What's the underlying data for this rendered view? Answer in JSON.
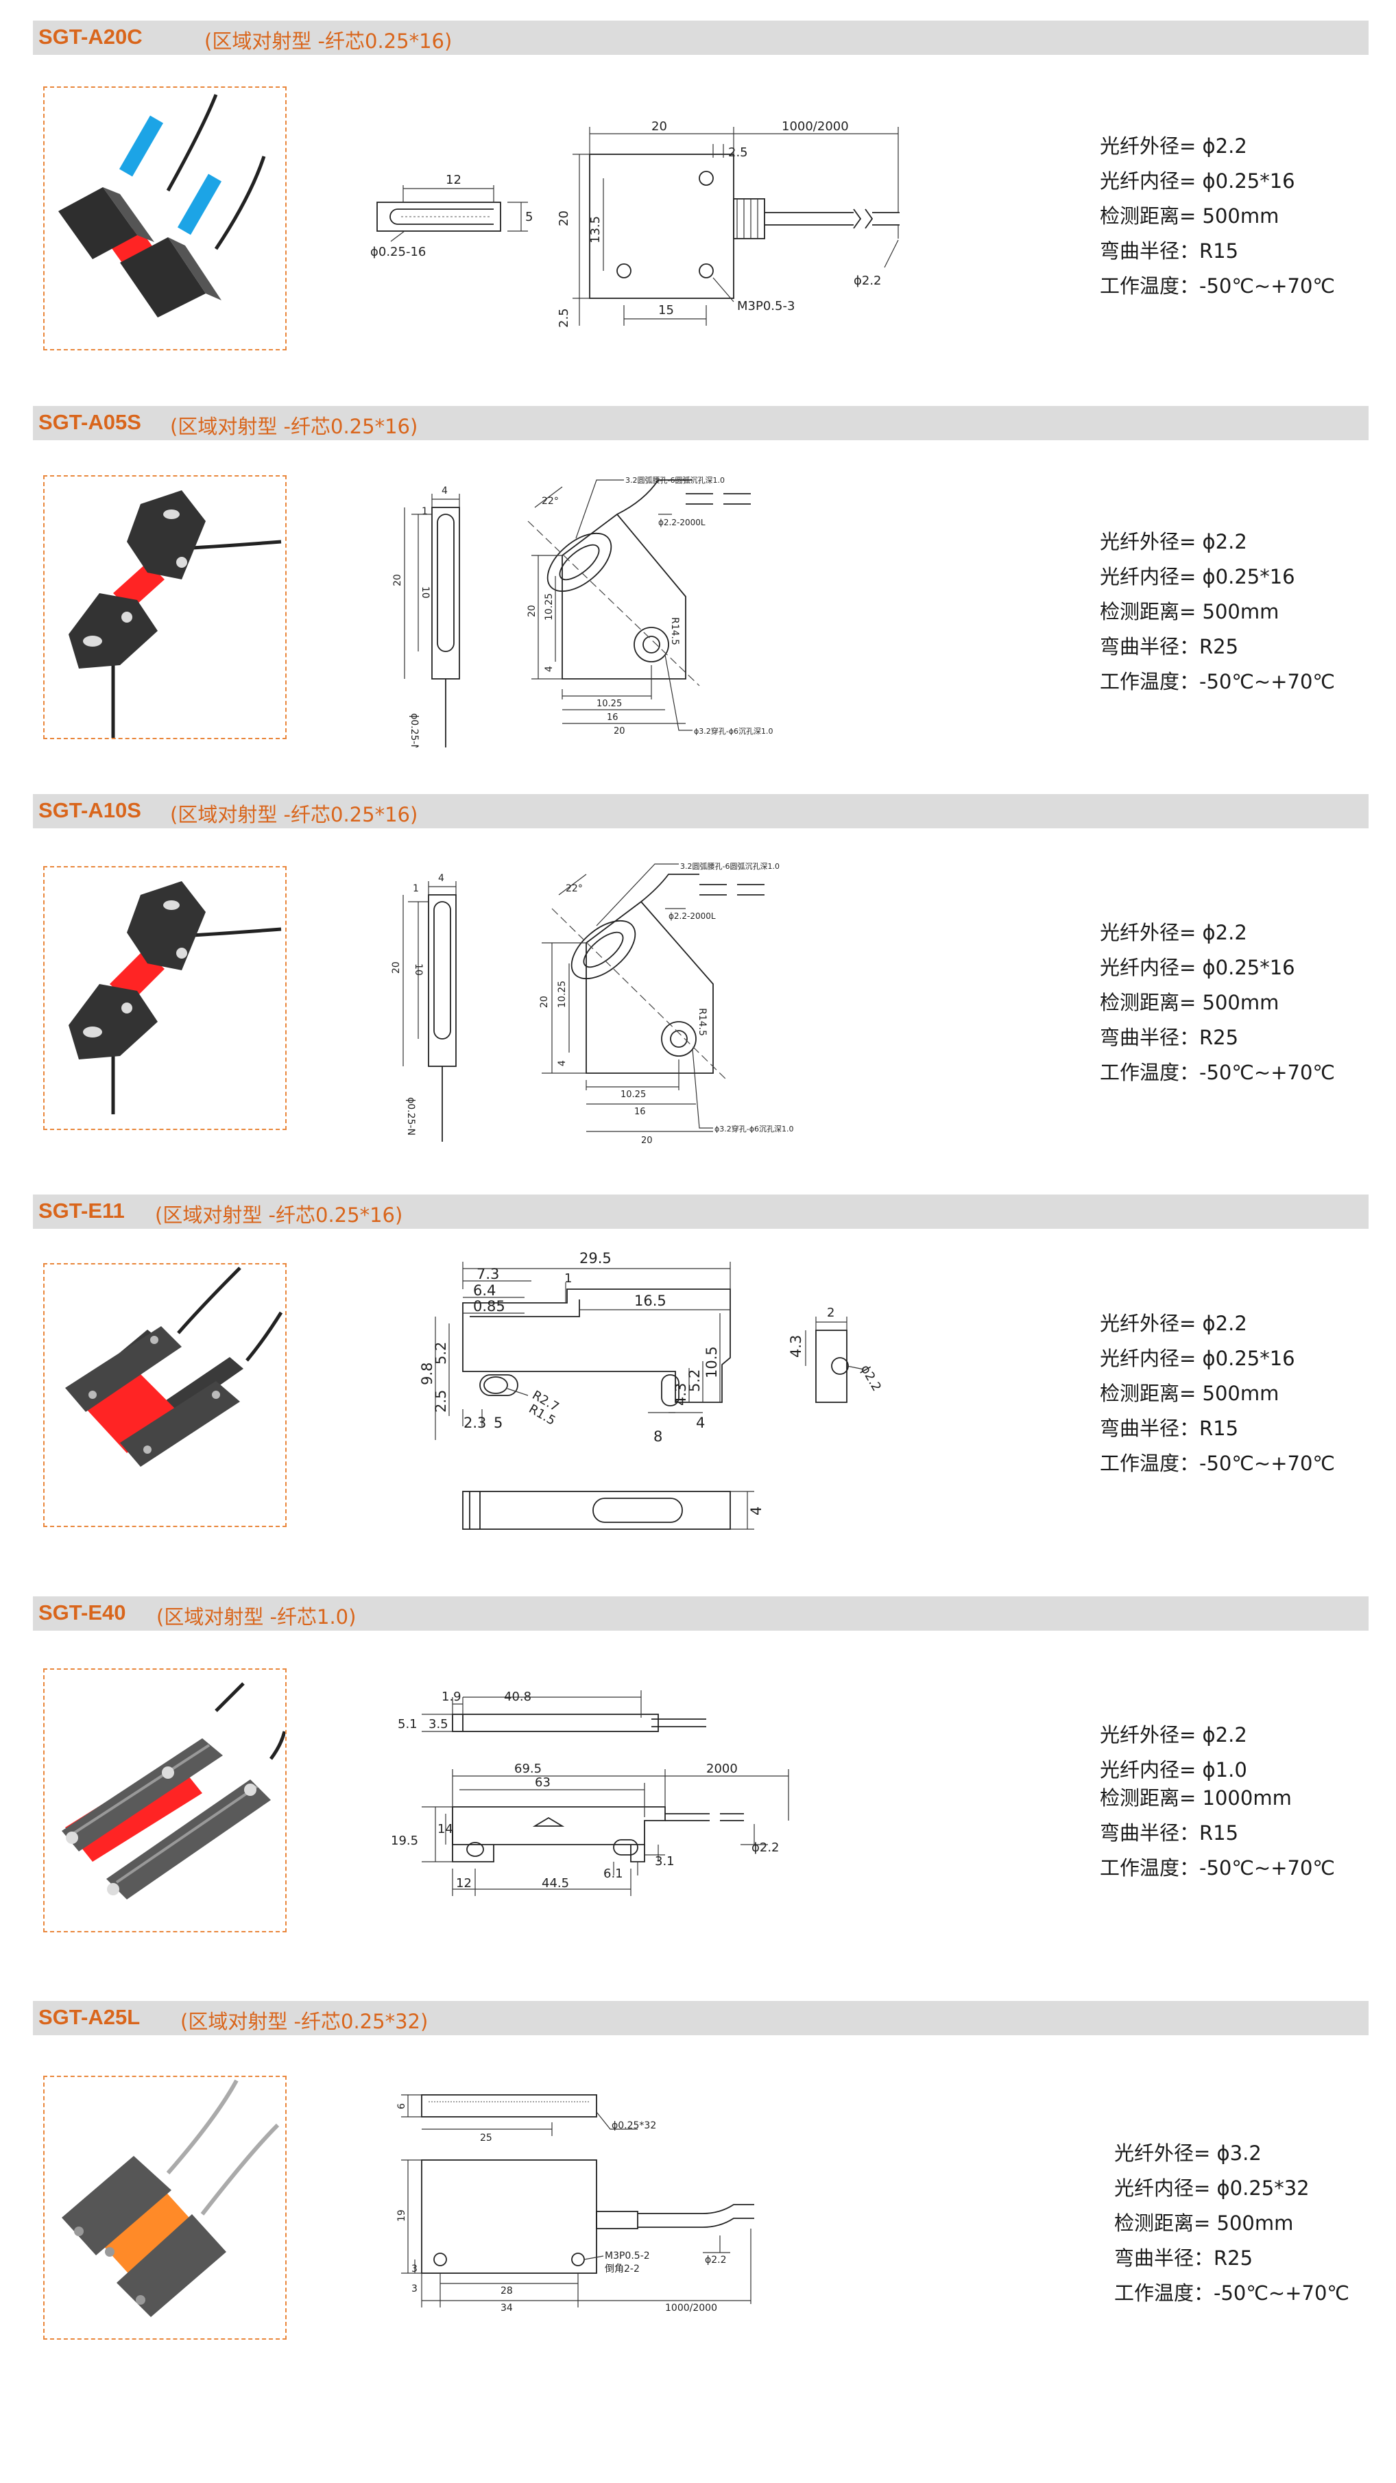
{
  "colors": {
    "accent": "#d9651b",
    "bar": "#dcdcdc",
    "photo_border": "#e9863b",
    "sensor_body": "#3a3a3a",
    "beam": "#ff2424",
    "beam_orange": "#ff8a28",
    "fiber_blue": "#1ca4e6"
  },
  "products": [
    {
      "model": "SGT-A20C",
      "desc": "(区域对射型 -纤芯0.25*16)",
      "specs": [
        "光纤外径= ϕ2.2",
        "光纤内径= ϕ0.25*16",
        "检测距离= 500mm",
        "弯曲半径：R15",
        "工作温度：-50℃~+70℃"
      ],
      "dims": {
        "d1": "12",
        "d2": "5",
        "d3": "ϕ0.25-16",
        "d4": "20",
        "d5": "1000/2000",
        "d6": "2.5",
        "d7": "20",
        "d8": "13.5",
        "d9": "2.5",
        "d10": "15",
        "d11": "M3P0.5-3",
        "d12": "ϕ2.2"
      }
    },
    {
      "model": "SGT-A05S",
      "desc": "(区域对射型 -纤芯0.25*16)",
      "specs": [
        "光纤外径= ϕ2.2",
        "光纤内径= ϕ0.25*16",
        "检测距离= 500mm",
        "弯曲半径：R25",
        "工作温度：-50℃~+70℃"
      ],
      "dims": {
        "d1": "4",
        "d2": "1",
        "d3": "10",
        "d4": "20",
        "d5": "ϕ0.25-N",
        "d6": "22°",
        "d7": "3.2圆弧腰孔-6圆弧沉孔深1.0",
        "d8": "ϕ2.2-2000L",
        "d9": "20",
        "d10": "10.25",
        "d11": "4",
        "d12": "R14.5",
        "d13": "10.25",
        "d14": "16",
        "d15": "20",
        "d16": "ϕ3.2穿孔-ϕ6沉孔深1.0"
      }
    },
    {
      "model": "SGT-A10S",
      "desc": "(区域对射型 -纤芯0.25*16)",
      "specs": [
        "光纤外径= ϕ2.2",
        "光纤内径= ϕ0.25*16",
        "检测距离= 500mm",
        "弯曲半径：R25",
        "工作温度：-50℃~+70℃"
      ],
      "dims": {
        "d1": "4",
        "d2": "1",
        "d3": "10",
        "d4": "20",
        "d5": "ϕ0.25-N",
        "d6": "22°",
        "d7": "3.2圆弧腰孔-6圆弧沉孔深1.0",
        "d8": "ϕ2.2-2000L",
        "d9": "20",
        "d10": "10.25",
        "d11": "4",
        "d12": "R14.5",
        "d13": "10.25",
        "d14": "16",
        "d15": "20",
        "d16": "ϕ3.2穿孔-ϕ6沉孔深1.0"
      }
    },
    {
      "model": "SGT-E11",
      "desc": "(区域对射型 -纤芯0.25*16)",
      "specs": [
        "光纤外径= ϕ2.2",
        "光纤内径= ϕ0.25*16",
        "检测距离= 500mm",
        "弯曲半径：R15",
        "工作温度：-50℃~+70℃"
      ],
      "dims": {
        "d1": "29.5",
        "d2": "7.3",
        "d3": "6.4",
        "d4": "0.85",
        "d5": "1",
        "d6": "16.5",
        "d7": "9.8",
        "d8": "5.2",
        "d9": "2.5",
        "d10": "R2.7",
        "d11": "R1.5",
        "d12": "2.3",
        "d13": "5",
        "d14": "4.3",
        "d15": "5.2",
        "d16": "10.5",
        "d17": "4",
        "d18": "8",
        "d19": "2",
        "d20": "4.3",
        "d21": "ϕ2.2",
        "d22": "4"
      }
    },
    {
      "model": "SGT-E40",
      "desc": "(区域对射型 -纤芯1.0)",
      "specs": [
        "光纤外径= ϕ2.2",
        "光纤内径= ϕ1.0",
        "检测距离= 1000mm",
        "弯曲半径：R15",
        "工作温度：-50℃~+70℃"
      ],
      "dims": {
        "d1": "1.9",
        "d2": "40.8",
        "d3": "5.1",
        "d4": "3.5",
        "d5": "69.5",
        "d6": "2000",
        "d7": "63",
        "d8": "19.5",
        "d9": "14",
        "d10": "6.1",
        "d11": "3.1",
        "d12": "ϕ2.2",
        "d13": "12",
        "d14": "44.5"
      }
    },
    {
      "model": "SGT-A25L",
      "desc": "(区域对射型 -纤芯0.25*32)",
      "specs": [
        "光纤外径= ϕ3.2",
        "光纤内径= ϕ0.25*32",
        "检测距离= 500mm",
        "弯曲半径：R25",
        "工作温度：-50℃~+70℃"
      ],
      "dims": {
        "d1": "6",
        "d2": "ϕ0.25*32",
        "d3": "25",
        "d4": "19",
        "d5": "3",
        "d6": "M3P0.5-2",
        "d7": "倒角2-2",
        "d8": "ϕ2.2",
        "d9": "3",
        "d10": "28",
        "d11": "34",
        "d12": "1000/2000"
      }
    }
  ]
}
